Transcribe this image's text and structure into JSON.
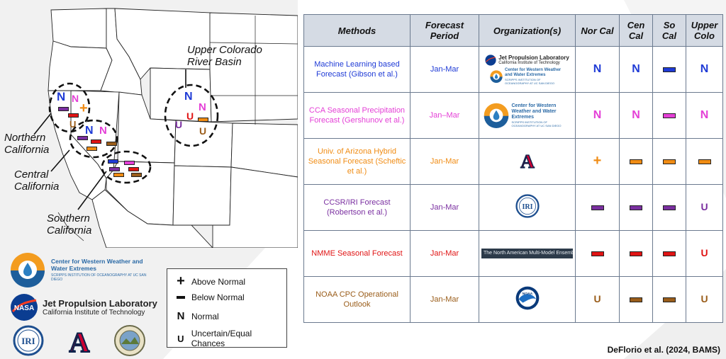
{
  "map": {
    "regions": {
      "northern": "Northern\nCalifornia",
      "central": "Central\nCalifornia",
      "southern": "Southern\nCalifornia",
      "upper_colorado": "Upper Colorado\nRiver Basin"
    }
  },
  "symbols": {
    "normal": "N",
    "uncertain": "U",
    "above": "+"
  },
  "colors": {
    "ml": "#1f3bd6",
    "cca": "#e43fd6",
    "uofa": "#f08c14",
    "iri": "#7a2fa0",
    "nmme": "#e01414",
    "cpc": "#9a5d1a",
    "header_bg": "#d5dbe4",
    "grid": "#6b7a8f"
  },
  "logos": {
    "cw3e_name": "Center for Western Weather and Water Extremes",
    "cw3e_sub": "SCRIPPS INSTITUTION OF OCEANOGRAPHY AT UC SAN DIEGO",
    "jpl_name": "Jet Propulsion Laboratory",
    "jpl_sub": "California Institute of Technology",
    "nasa": "NASA",
    "iri": "IRI",
    "uofa": "A",
    "noaa": "NOAA",
    "nmme": "The North American Multi-Model Ensemble"
  },
  "legend": {
    "above": "Above Normal",
    "below": "Below Normal",
    "normal": "Normal",
    "uncertain": "Uncertain/Equal Chances",
    "mark_above": "+",
    "mark_normal": "N",
    "mark_uncertain": "U"
  },
  "table": {
    "headers": [
      "Methods",
      "Forecast Period",
      "Organization(s)",
      "Nor Cal",
      "Cen Cal",
      "So Cal",
      "Upper Colo"
    ],
    "rows": [
      {
        "method": "Machine Learning based Forecast (Gibson et al.)",
        "period": "Jan-Mar",
        "color": "#1f3bd6",
        "cells": [
          "N",
          "N",
          "-",
          "N"
        ]
      },
      {
        "method": "CCA Seasonal Precipitation Forecast (Gershunov et al.)",
        "period": "Jan–Mar",
        "color": "#e43fd6",
        "cells": [
          "N",
          "N",
          "-",
          "N"
        ]
      },
      {
        "method": "Univ. of Arizona Hybrid Seasonal Forecast (Scheftic et al.)",
        "period": "Jan-Mar",
        "color": "#f08c14",
        "cells": [
          "+",
          "-",
          "-",
          "-"
        ]
      },
      {
        "method": "CCSR/IRI Forecast (Robertson et al.)",
        "period": "Jan-Mar",
        "color": "#7a2fa0",
        "cells": [
          "-",
          "-",
          "-",
          "U"
        ]
      },
      {
        "method": "NMME Seasonal Forecast",
        "period": "Jan-Mar",
        "color": "#e01414",
        "cells": [
          "-",
          "-",
          "-",
          "U"
        ]
      },
      {
        "method": "NOAA CPC Operational Outlook",
        "period": "Jan-Mar",
        "color": "#9a5d1a",
        "cells": [
          "U",
          "-",
          "-",
          "U"
        ]
      }
    ]
  },
  "citation": "DeFlorio et al. (2024, BAMS)"
}
